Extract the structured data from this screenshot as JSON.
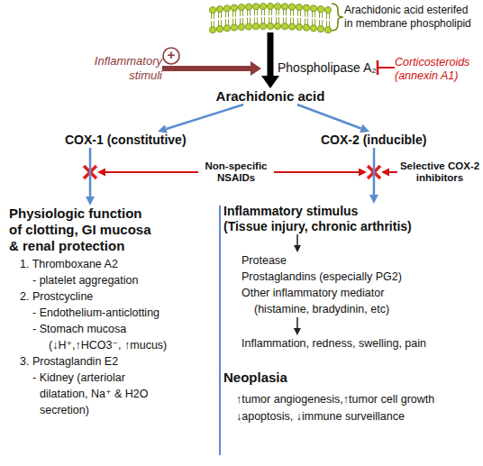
{
  "diagram": {
    "nodes": [
      {
        "text": [
          "Arachidonic acid esterifed in membrane phospholipid"
        ]
      },
      {
        "text": [
          "Inflammatory stimuli"
        ]
      },
      {
        "text": [
          "Phospholipase A₂"
        ]
      },
      {
        "text": [
          "Corticosteroids (annexin A1)"
        ]
      },
      {
        "text": [
          "Arachidonic acid"
        ]
      },
      {
        "text": [
          "COX-1 (constitutive)"
        ]
      },
      {
        "text": [
          "COX-2 (inducible)"
        ]
      },
      {
        "text": [
          "Non-specific NSAIDs"
        ]
      },
      {
        "text": [
          "Selective COX-2 inhibitors"
        ]
      },
      {
        "text": [
          "Physiologic function of clotting, GI mucosa & renal protection",
          "1. Thromboxane A2",
          "- platelet aggregation",
          "2. Prostcycline",
          "- Endothelium-anticlotting",
          "- Stomach mucosa (↓H⁺,↑HCO3⁻, ↑mucus)",
          "3. Prostaglandin E2",
          "- Kidney (arteriolar dilatation, Na⁺ & H2O secretion)"
        ]
      },
      {
        "text": [
          "Inflammatory stimulus (Tissue injury, chronic arthritis)"
        ]
      },
      {
        "text": [
          "Protease",
          "Prostaglandins (especially PG2)",
          "Other inflammatory mediator (histamine, bradydinin, etc)"
        ]
      },
      {
        "text": [
          "Inflammation, redness, swelling, pain"
        ]
      },
      {
        "text": [
          "Neoplasia",
          "↑tumor angiogenesis,↑tumor cell growth",
          "↓apoptosis, ↓immune surveillance"
        ]
      }
    ],
    "edges": [
      {
        "from": 0,
        "to": 4,
        "arrow": "to"
      },
      {
        "from": 1,
        "to": 2,
        "arrow": "to"
      },
      {
        "from": 3,
        "to": 2,
        "arrow": "to"
      },
      {
        "from": 4,
        "to": 5,
        "arrow": "to"
      },
      {
        "from": 4,
        "to": 6,
        "arrow": "to"
      },
      {
        "from": 5,
        "to": 9,
        "arrow": "to"
      },
      {
        "from": 6,
        "to": 10,
        "arrow": "to"
      },
      {
        "from": 10,
        "to": 11,
        "arrow": "to"
      },
      {
        "from": 11,
        "to": 12,
        "arrow": "to"
      }
    ],
    "labels": [
      "+"
    ]
  }
}
